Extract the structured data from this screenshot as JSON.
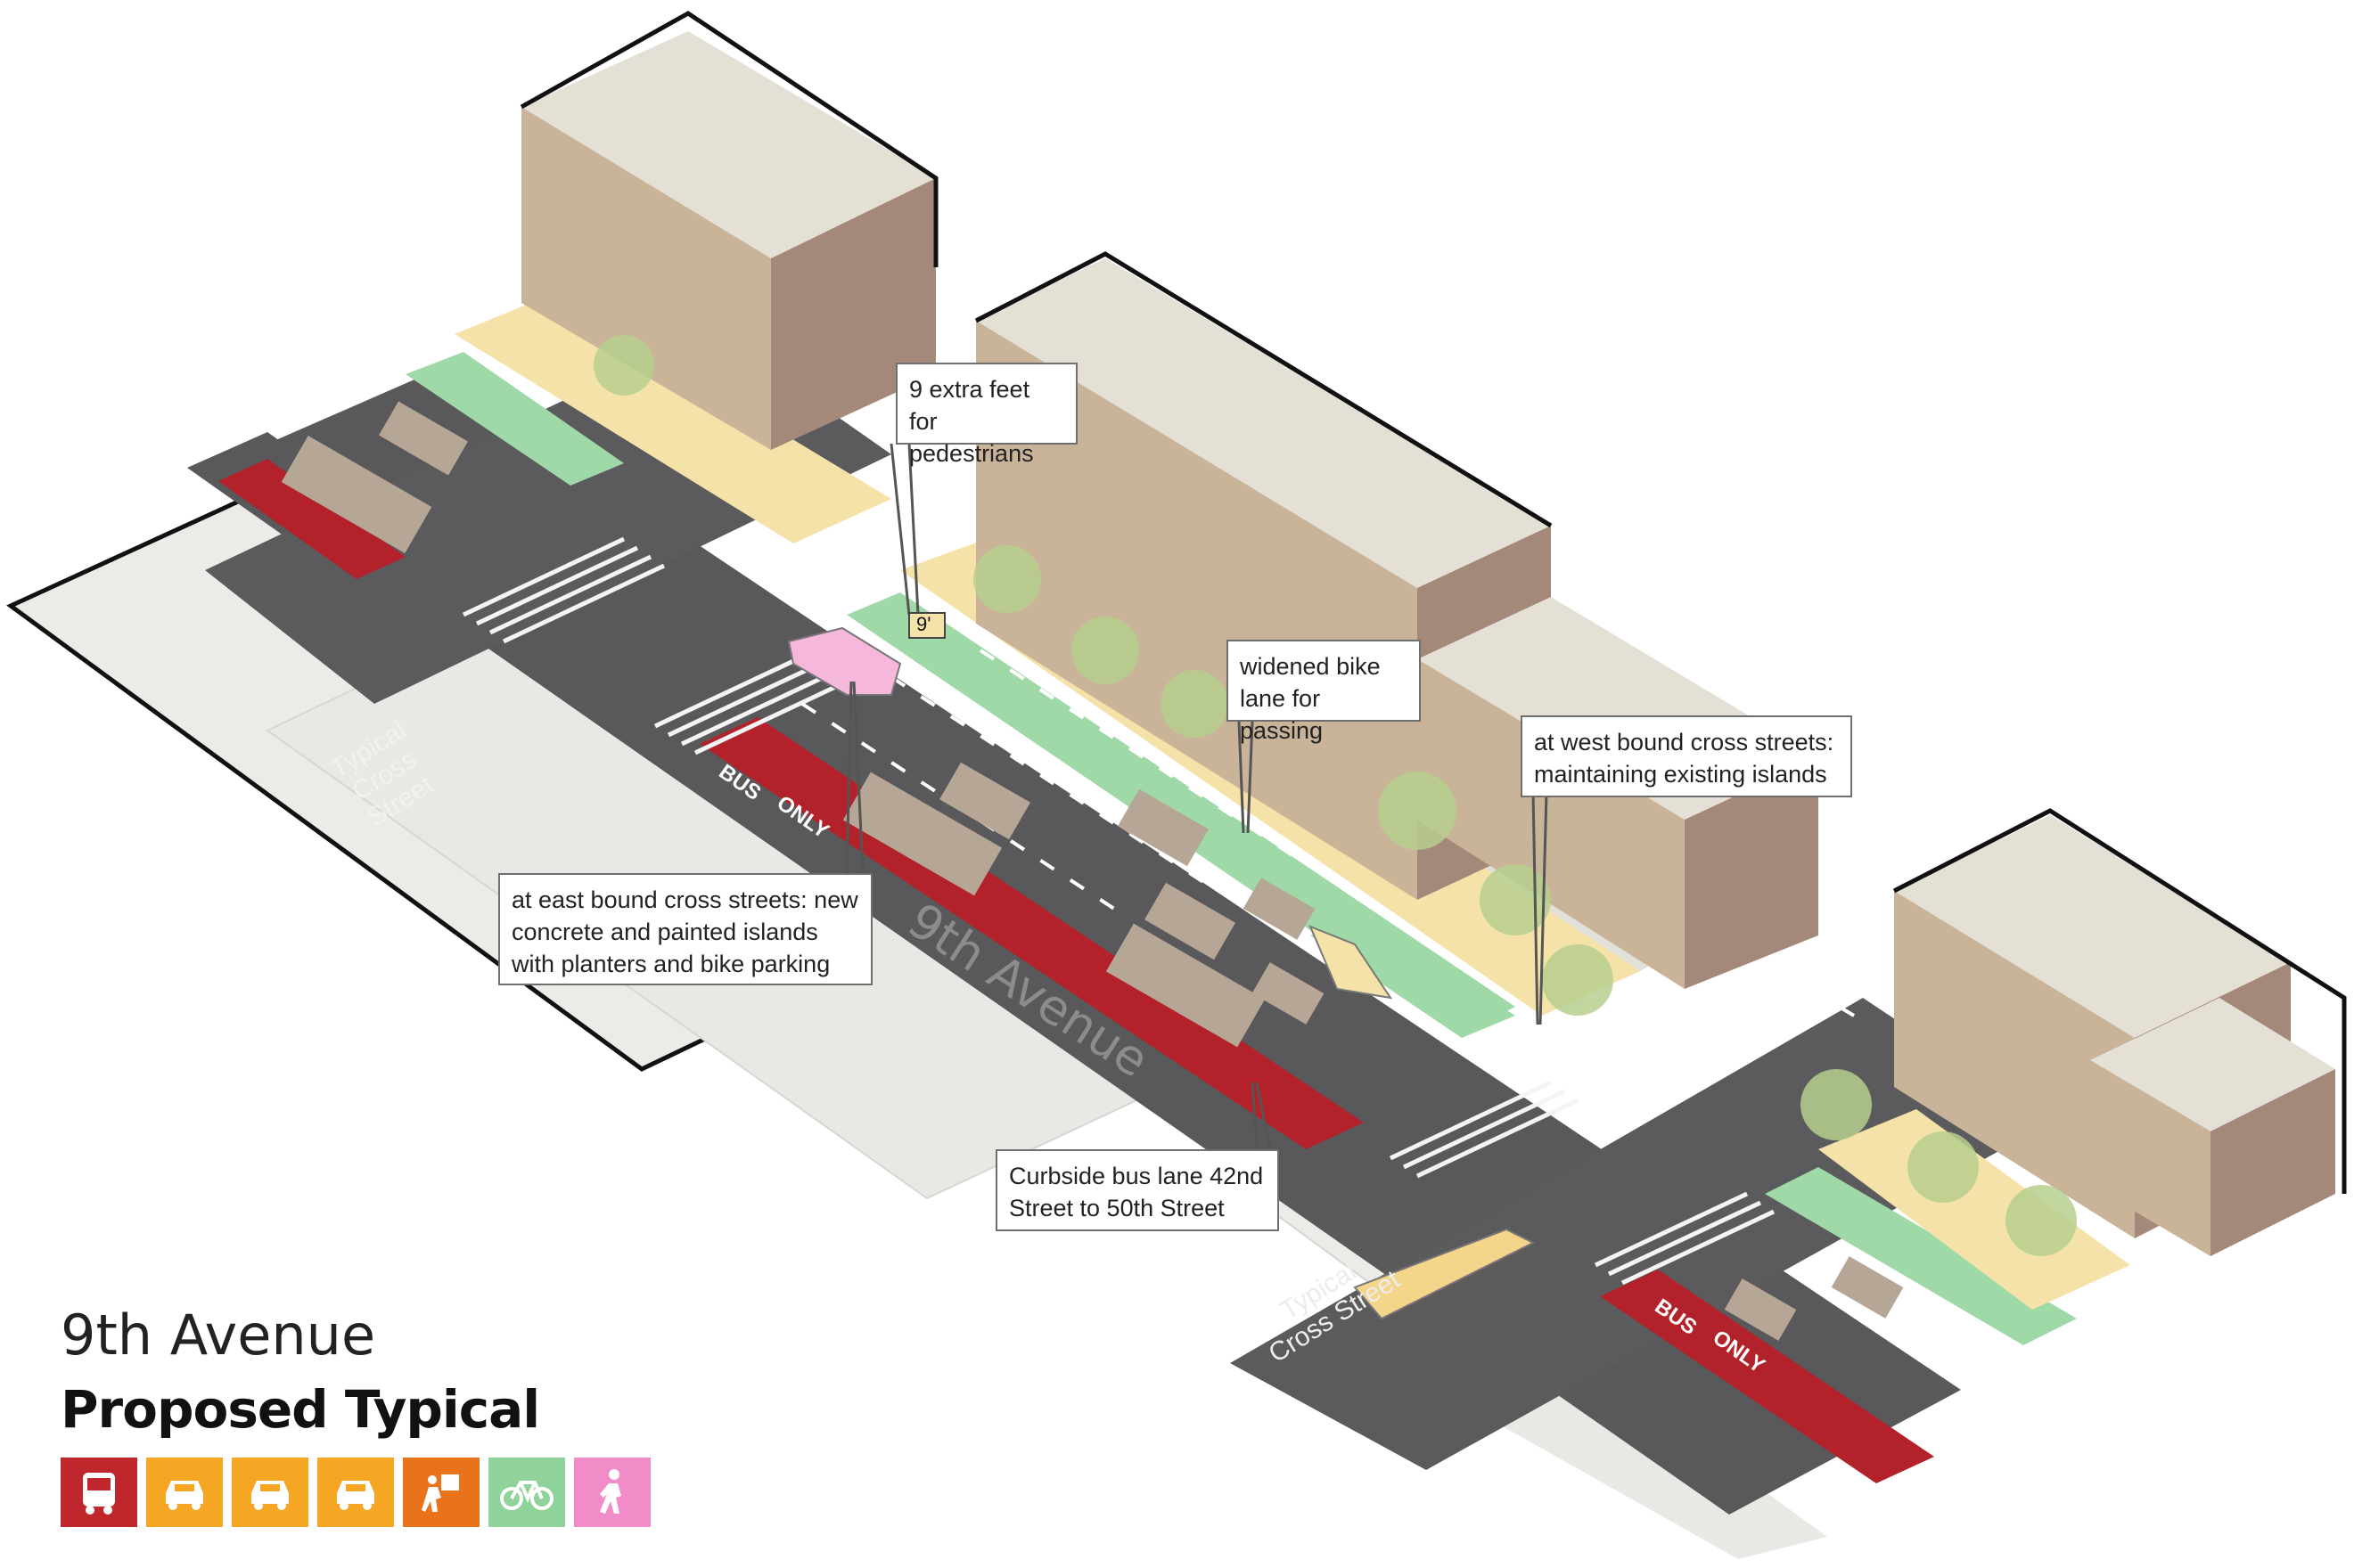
{
  "title": {
    "line1": "9th Avenue",
    "line2": "Proposed Typical"
  },
  "callouts": {
    "pedestrians": "9 extra feet for\npedestrians",
    "bike_lane": "widened bike\nlane for passing",
    "west_bound": "at west bound cross streets:\nmaintaining existing islands",
    "east_bound": "at east bound cross streets: new\nconcrete and painted islands\nwith planters and bike parking",
    "bus_lane": "Curbside bus lane 42nd\nStreet to 50th Street"
  },
  "labels": {
    "street_top": "Typical\nCross\nStreet",
    "street_bottom": "Typical\nCross Street",
    "avenue": "9th Avenue",
    "dimension": "9'",
    "bus_only": "BUS",
    "only": "ONLY"
  },
  "legend": [
    {
      "icon": "bus-icon",
      "color": "#c0272d"
    },
    {
      "icon": "car-icon",
      "color": "#f5a623"
    },
    {
      "icon": "car-icon",
      "color": "#f5a623"
    },
    {
      "icon": "car-icon",
      "color": "#f5a623"
    },
    {
      "icon": "delivery-icon",
      "color": "#e8731a"
    },
    {
      "icon": "bicycle-icon",
      "color": "#8fd29a"
    },
    {
      "icon": "pedestrian-icon",
      "color": "#f28cc8"
    }
  ],
  "colors": {
    "road": "#5a5a5c",
    "bus_lane": "#b3222b",
    "bike_lane": "#9fd9a8",
    "sidewalk": "#f5e2a8",
    "building_front": "#c9b399",
    "building_side": "#a4897a",
    "building_top": "#e4e0d6",
    "block": "#e9e8e4"
  }
}
